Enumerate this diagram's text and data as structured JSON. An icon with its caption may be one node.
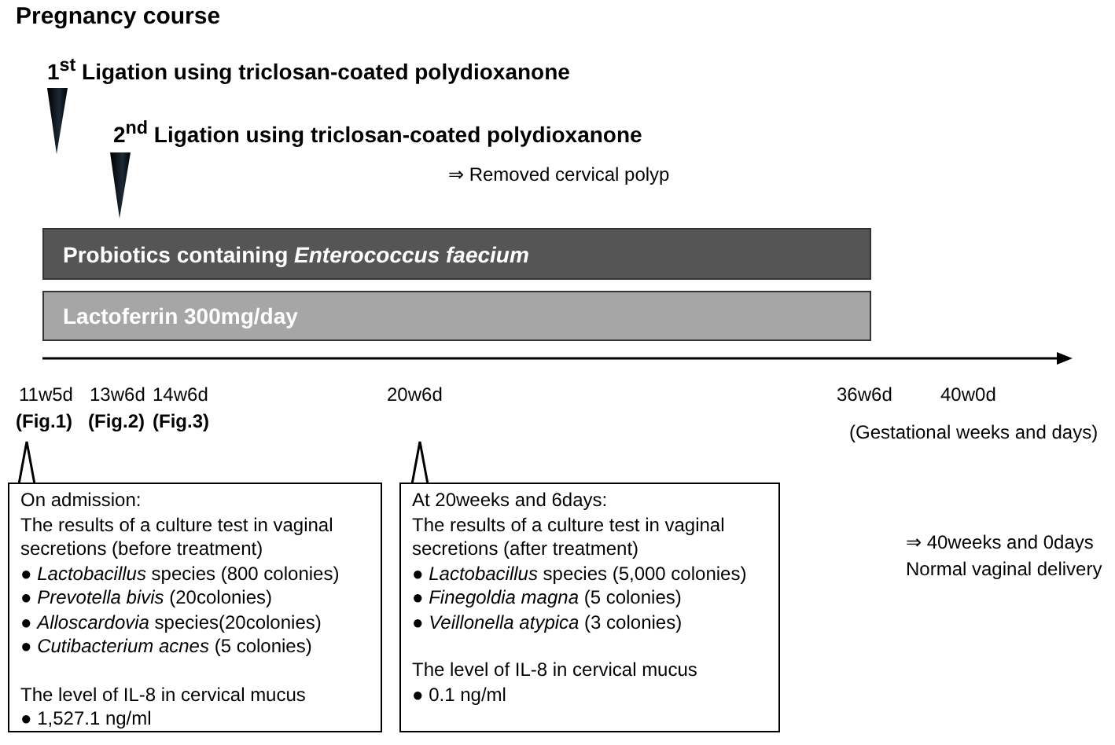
{
  "diagram": {
    "title": "Pregnancy course",
    "nodes": [
      {
        "text": [
          "Probiotics containing *Enterococcus faecium*"
        ]
      },
      {
        "text": [
          "Lactoferrin 300mg/day"
        ]
      },
      {
        "text": [
          "On admission:",
          "The results of a culture test in vaginal secretions (before treatment)",
          "● *Lactobacillus* species (800 colonies)",
          "● *Prevotella bivis* (20colonies)",
          "● *Alloscardovia* species(20colonies)",
          "● *Cutibacterium acnes* (5 colonies)",
          "The level of IL-8 in cervical mucus",
          "● 1,527.1 ng/ml"
        ]
      },
      {
        "text": [
          "At 20weeks and 6days:",
          "The results of a culture test in vaginal secretions (after treatment)",
          "● *Lactobacillus* species (5,000 colonies)",
          "● *Finegoldia magna* (5 colonies)",
          "● *Veillonella atypica* (3 colonies)",
          "The level of IL-8 in cervical mucus",
          "● 0.1 ng/ml"
        ]
      }
    ],
    "labels": [
      "1$^{st}$ Ligation using triclosan-coated polydioxanone",
      "2$^{nd}$ Ligation using triclosan-coated polydioxanone",
      "⇒ Removed cervical polyp",
      "11w5d",
      "13w6d",
      "14w6d",
      "20w6d",
      "36w6d",
      "40w0d",
      "(Fig.1)",
      "(Fig.2)",
      "(Fig.3)",
      "(Gestational weeks and days)",
      "⇒ 40weeks and 0days",
      "Normal vaginal delivery"
    ]
  }
}
